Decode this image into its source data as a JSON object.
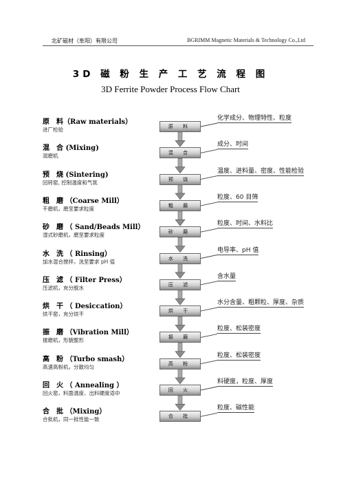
{
  "header": {
    "company_cn": "北矿磁材（阜阳）有限公司",
    "company_en": "BGRIMM Magnetic Materials & Technology Co.,Ltd"
  },
  "title_cn": "3D 磁 粉 生 产 工 艺 流 程 图",
  "title_en": "3D Ferrite Powder Process Flow Chart",
  "steps": [
    {
      "title": "原　料（Raw materials）",
      "desc": "进厂检验",
      "box": "原 料",
      "param": "化学成分、物理特性、粒度"
    },
    {
      "title": "混　合 (Mixing)",
      "desc": "润磨机",
      "box": "混 合",
      "param": "成分、时间"
    },
    {
      "title": "预　烧 (Sintering)",
      "desc": "回转窑, 控制温度和气氛",
      "box": "预 烧",
      "param": "温度、进料量、密度、性能检验"
    },
    {
      "title": "粗　磨 （Coarse Mill）",
      "desc": "干磨机，磨至要求粒度",
      "box": "粗 磨",
      "param": "粒度、60 目筛"
    },
    {
      "title": "砂　磨 （ Sand/Beads Mill）",
      "desc": "湿式砂磨机，磨至要求粒度",
      "box": "砂 磨",
      "param": "粒度、时间、水料比"
    },
    {
      "title": "水　洗 （ Rinsing）",
      "desc": "加水混合搅拌，洗至要求 pH 值",
      "box": "水 洗",
      "param": "电导率、pH 值"
    },
    {
      "title": "压　滤 （ Filter Press）",
      "desc": "压滤机，充分脱水",
      "box": "压 滤",
      "param": "含水量"
    },
    {
      "title": "烘　干 （ Desiccation）",
      "desc": "烘干窑，充分烘干",
      "box": "烘 干",
      "param": "水分含量、粗颗粒、厚度、杂质"
    },
    {
      "title": "振　磨 （Vibration Mill）",
      "desc": "振磨机，形貌整形",
      "box": "振 磨",
      "param": "粒度、松装密度"
    },
    {
      "title": "高　粉 （Turbo smash）",
      "desc": "高速高粉机，分散均匀",
      "box": "高 粉",
      "param": "粒度、松装密度"
    },
    {
      "title": "回　火 （ Annealing ）",
      "desc": "回火窑，料面温度、出料硬度适中",
      "box": "回 火",
      "param": "料硬度，粒度、厚度"
    },
    {
      "title": "合　批 （Mixing）",
      "desc": "合批机，同一批性能一致",
      "box": "合 批",
      "param": "粒度、磁性能"
    }
  ]
}
